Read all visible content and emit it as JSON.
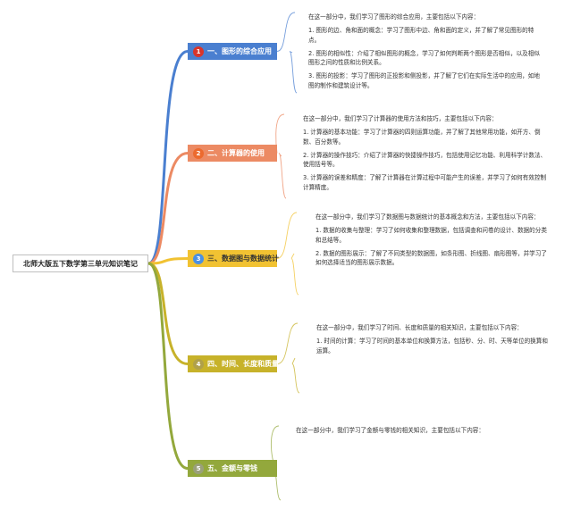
{
  "root": {
    "title": "北师大版五下数学第三单元知识笔记"
  },
  "branches": [
    {
      "num": "1",
      "title": "一、图形的综合应用",
      "color": "#4a7fd0",
      "intro": "在这一部分中，我们学习了图形的综合应用，主要包括以下内容：",
      "points": [
        "1. 图形的边、角和面的概念：学习了图形中边、角和面的定义，并了解了常见图形的特点。",
        "2. 图形的相似性：介绍了相似图形的概念，学习了如何判断两个图形是否相似，以及相似图形之间的性质和比例关系。",
        "3. 图形的投影：学习了图形的正投影和侧投影，并了解了它们在实际生活中的应用，如地图的制作和建筑设计等。"
      ]
    },
    {
      "num": "2",
      "title": "二、计算器的使用",
      "color": "#ec8a63",
      "intro": "在这一部分中，我们学习了计算器的使用方法和技巧，主要包括以下内容：",
      "points": [
        "1. 计算器的基本功能：学习了计算器的四则运算功能，并了解了其他常用功能，如开方、倒数、百分数等。",
        "2. 计算器的操作技巧：介绍了计算器的快捷操作技巧，包括使用记忆功能、利用科学计数法、使用括号等。",
        "3. 计算器的误差和精度：了解了计算器在计算过程中可能产生的误差，并学习了如何有效控制计算精度。"
      ]
    },
    {
      "num": "3",
      "title": "三、数据图与数据统计",
      "color": "#f1c232",
      "intro": "在这一部分中，我们学习了数据图与数据统计的基本概念和方法，主要包括以下内容：",
      "points": [
        "1. 数据的收集与整理：学习了如何收集和整理数据，包括调查和问卷的设计、数据的分类和总结等。",
        "2. 数据的图形展示：了解了不同类型的数据图，如条形图、折线图、扇形图等，并学习了如何选择适当的图形展示数据。"
      ]
    },
    {
      "num": "4",
      "title": "四、时间、长度和质量",
      "color": "#c7b22a",
      "intro": "在这一部分中，我们学习了时间、长度和质量的相关知识，主要包括以下内容：",
      "points": [
        "1. 时间的计算：学习了时间的基本单位和换算方法，包括秒、分、时、天等单位的换算和运算。"
      ]
    },
    {
      "num": "5",
      "title": "五、金额与零钱",
      "color": "#93a83c",
      "intro": "在这一部分中，我们学习了金额与零钱的相关知识，主要包括以下内容：",
      "points": []
    }
  ]
}
